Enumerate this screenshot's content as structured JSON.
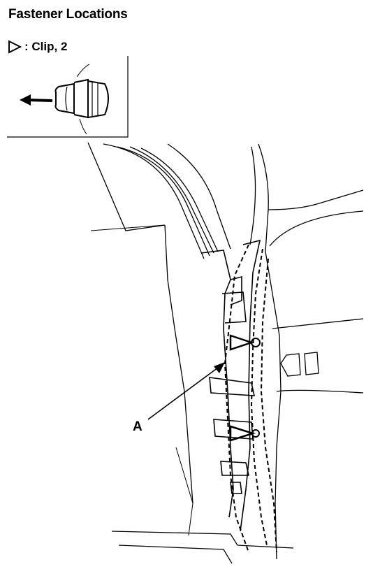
{
  "title": "Fastener Locations",
  "legend": {
    "symbol": "triangle-outline-icon",
    "label": ": Clip, 2"
  },
  "callout": {
    "label": "A"
  },
  "colors": {
    "ink": "#000000",
    "paper": "#ffffff"
  }
}
